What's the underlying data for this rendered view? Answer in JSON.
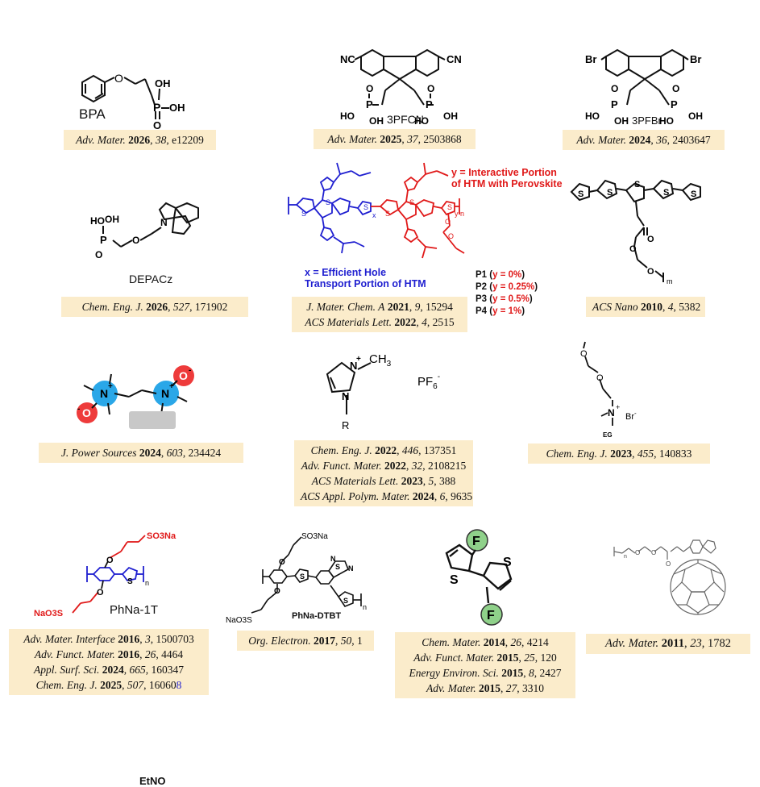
{
  "row1": {
    "bpa": {
      "name": "BPA",
      "atoms": {
        "o": "O",
        "p": "P",
        "oh1": "OH",
        "oh2": "OH",
        "o2": "O"
      },
      "ref": {
        "journal": "Adv. Mater.",
        "year": "2026",
        "volume": "38",
        "page": "e12209"
      }
    },
    "pfcn": {
      "name": "3PFCN",
      "atoms": {
        "cn1": "NC",
        "cn2": "CN",
        "p1": "P",
        "p2": "P",
        "ho1": "HO",
        "oh1": "OH",
        "ho2": "HO",
        "oh2": "OH",
        "o1": "O",
        "o2": "O"
      },
      "ref": {
        "journal": "Adv. Mater.",
        "year": "2025",
        "volume": "37",
        "page": "2503868"
      }
    },
    "pfbr": {
      "name": "3PFBr",
      "atoms": {
        "br1": "Br",
        "br2": "Br",
        "p1": "P",
        "p2": "P",
        "ho1": "HO",
        "oh1": "OH",
        "ho2": "HO",
        "oh2": "OH",
        "o1": "O",
        "o2": "O"
      },
      "ref": {
        "journal": "Adv. Mater.",
        "year": "2024",
        "volume": "36",
        "page": "2403647"
      }
    }
  },
  "row2": {
    "depacz": {
      "name": "DEPACz",
      "atoms": {
        "ho": "HO",
        "oh": "OH",
        "p": "P",
        "o1": "O",
        "o2": "O",
        "n": "N"
      },
      "ref": {
        "journal": "Chem. Eng. J.",
        "year": "2026",
        "volume": "527",
        "page": "171902"
      }
    },
    "polymer": {
      "red_note_line1": "y = Interactive Portion",
      "red_note_line2": "of HTM with Perovskite",
      "blue_note_line1": "x = Efficient Hole",
      "blue_note_line2": "Transport Portion of HTM",
      "subscript_x": "x",
      "subscript_y": "y",
      "subscript_n": "n",
      "atom_s": "S",
      "atom_o": "O",
      "variants": [
        {
          "name": "P1",
          "value": "y = 0%"
        },
        {
          "name": "P2",
          "value": "y = 0.25%"
        },
        {
          "name": "P3",
          "value": "y = 0.5%"
        },
        {
          "name": "P4",
          "value": "y = 1%"
        }
      ],
      "refs": [
        {
          "journal": "J. Mater. Chem. A",
          "year": "2021",
          "volume": "9",
          "page": "15294"
        },
        {
          "journal": "ACS Materials Lett.",
          "year": "2022",
          "volume": "4",
          "page": "2515"
        }
      ]
    },
    "oligothiophene": {
      "atoms": {
        "s": "S",
        "o": "O",
        "m": "m"
      },
      "ref": {
        "journal": "ACS Nano",
        "year": "2010",
        "volume": "4",
        "page": "5382"
      }
    }
  },
  "row3": {
    "etno": {
      "name": "EtNO",
      "atoms": {
        "n": "N",
        "o": "O",
        "plus": "+",
        "minus": "-"
      },
      "ref": {
        "journal": "J. Power Sources",
        "year": "2024",
        "volume": "603",
        "page": "234424"
      }
    },
    "imidazolium": {
      "atoms": {
        "n": "N",
        "ch3": "CH",
        "three": "3",
        "r": "R",
        "pf": "PF",
        "six": "6",
        "minus": "-",
        "plus": "+"
      },
      "refs": [
        {
          "journal": "Chem. Eng. J.",
          "year": "2022",
          "volume": "446",
          "page": "137351"
        },
        {
          "journal": "Adv. Funct. Mater.",
          "year": "2022",
          "volume": "32",
          "page": "2108215"
        },
        {
          "journal": "ACS Materials Lett.",
          "year": "2023",
          "volume": "5",
          "page": "388"
        },
        {
          "journal": "ACS Appl. Polym. Mater.",
          "year": "2024",
          "volume": "6",
          "page": "9635"
        }
      ]
    },
    "eg": {
      "name": "EG",
      "atoms": {
        "o": "O",
        "n": "N",
        "plus": "+",
        "br": "Br",
        "minus": "-"
      },
      "ref": {
        "journal": "Chem. Eng. J.",
        "year": "2023",
        "volume": "455",
        "page": "140833"
      }
    }
  },
  "row4": {
    "phna1t": {
      "name": "PhNa-1T",
      "atoms": {
        "so3na": "SO3Na",
        "naso3": "NaO3S",
        "o": "O",
        "s": "S",
        "n": "n"
      },
      "refs": [
        {
          "journal": "Adv. Mater. Interface",
          "year": "2016",
          "volume": "3",
          "page": "1500703"
        },
        {
          "journal": "Adv. Funct. Mater.",
          "year": "2016",
          "volume": "26",
          "page": "4464"
        },
        {
          "journal": "Appl. Surf. Sci.",
          "year": "2024",
          "volume": "665",
          "page": "160347"
        },
        {
          "journal": "Chem. Eng. J.",
          "year": "2025",
          "volume": "507",
          "page": "16060",
          "page_tail": "8"
        }
      ]
    },
    "phnadtbt": {
      "name": "PhNa-DTBT",
      "atoms": {
        "so3na": "SO3Na",
        "naso3": "NaO3S",
        "o": "O",
        "s": "S",
        "n": "N",
        "nn": "n"
      },
      "ref": {
        "journal": "Org. Electron.",
        "year": "2017",
        "volume": "50",
        "page": "1"
      }
    },
    "fbithiophene": {
      "atoms": {
        "f": "F",
        "s": "S"
      },
      "refs": [
        {
          "journal": "Chem. Mater.",
          "year": "2014",
          "volume": "26",
          "page": "4214"
        },
        {
          "journal": "Adv. Funct. Mater.",
          "year": "2015",
          "volume": "25",
          "page": "120"
        },
        {
          "journal": "Energy Environ. Sci.",
          "year": "2015",
          "volume": "8",
          "page": "2427"
        },
        {
          "journal": "Adv. Mater.",
          "year": "2015",
          "volume": "27",
          "page": "3310"
        }
      ]
    },
    "pcbm_peg": {
      "atoms": {
        "o": "O",
        "n": "n"
      },
      "ref": {
        "journal": "Adv. Mater.",
        "year": "2011",
        "volume": "23",
        "page": "1782"
      }
    }
  },
  "colors": {
    "ref_bg": "#fbeccb",
    "blue": "#1f1fd0",
    "red": "#e01919",
    "green": "#8fd18a",
    "cyan": "#2aa7e8",
    "oxygen_red": "#ee3b3b",
    "badge": "#c8c8c8"
  }
}
